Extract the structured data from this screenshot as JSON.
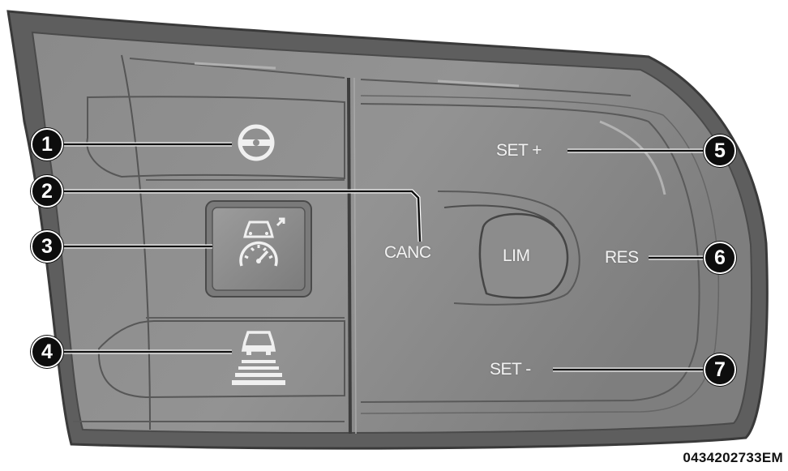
{
  "labels": {
    "set_plus": "SET +",
    "canc": "CANC",
    "lim": "LIM",
    "res": "RES",
    "set_minus": "SET -"
  },
  "callouts": [
    "1",
    "2",
    "3",
    "4",
    "5",
    "6",
    "7"
  ],
  "figure_code": "0434202733EM",
  "colors": {
    "panel": "#8f8f8f",
    "panel_dark": "#6f6f6f",
    "label_text": "#f2f2f2",
    "callout_fill": "#0d0d0d"
  }
}
